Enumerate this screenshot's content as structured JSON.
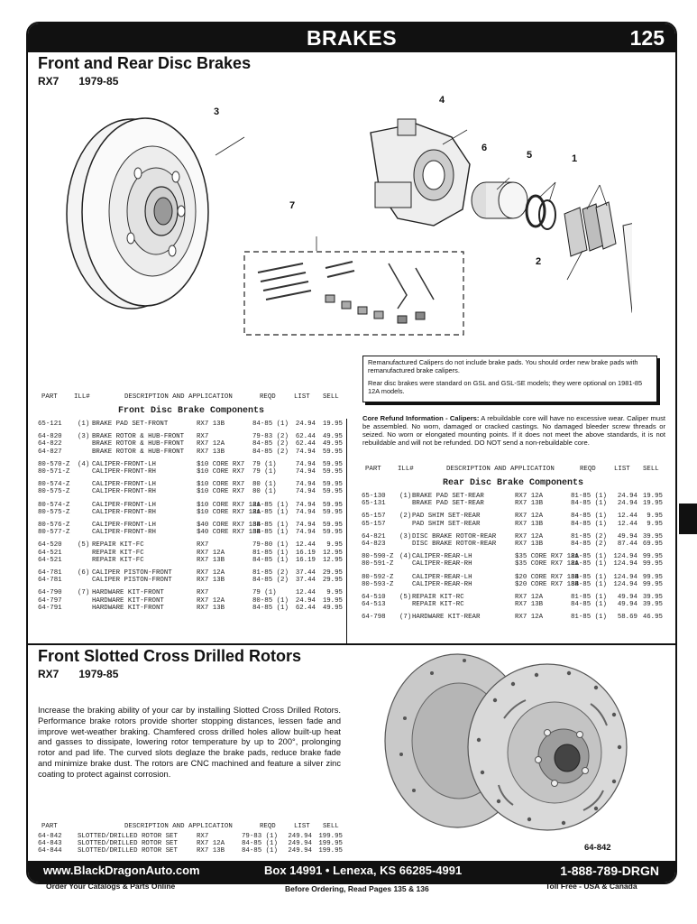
{
  "header": {
    "title": "BRAKES",
    "page_number": "125"
  },
  "section1": {
    "title": "Front and Rear Disc Brakes",
    "model": "RX7",
    "years": "1979-85",
    "callouts": [
      "3",
      "4",
      "6",
      "5",
      "1",
      "7",
      "2"
    ]
  },
  "notes": {
    "p1": "Remanufactured Calipers do not include brake pads. You should order new brake pads with remanufactured brake calipers.",
    "p2": "Rear disc brakes were standard on GSL and GSL-SE models; they were optional on 1981-85 12A models."
  },
  "core_refund": {
    "label": "Core Refund Information - Calipers:",
    "text": " A rebuildable core will have no excessive wear. Caliper must be assembled. No worn, damaged or cracked castings. No damaged bleeder screw threads or seized. No worn or elongated mounting points. If it does not meet the above standards, it is not rebuildable and will not be refunded. DO NOT send a non-rebuildable core."
  },
  "table_headers": {
    "part": "PART",
    "ill": "ILL#",
    "desc": "DESCRIPTION AND APPLICATION",
    "reqd": "REQD",
    "list": "LIST",
    "sell": "SELL"
  },
  "front_table": {
    "subtitle": "Front Disc Brake Components",
    "rows": [
      {
        "part": "65-121",
        "ill": "(1)",
        "desc": "BRAKE PAD SET-FRONT",
        "app": "RX7 13B",
        "reqd": "84-85 (1)",
        "list": "24.94",
        "sell": "19.95"
      },
      {
        "part": "64-820",
        "ill": "(3)",
        "desc": "BRAKE ROTOR & HUB-FRONT",
        "app": "RX7",
        "reqd": "79-83 (2)",
        "list": "62.44",
        "sell": "49.95"
      },
      {
        "part": "64-822",
        "ill": "",
        "desc": "BRAKE ROTOR & HUB-FRONT",
        "app": "RX7 12A",
        "reqd": "84-85 (2)",
        "list": "62.44",
        "sell": "49.95"
      },
      {
        "part": "64-827",
        "ill": "",
        "desc": "BRAKE ROTOR & HUB-FRONT",
        "app": "RX7 13B",
        "reqd": "84-85 (2)",
        "list": "74.94",
        "sell": "59.95"
      },
      {
        "part": "80-570-Z",
        "ill": "(4)",
        "desc": "CALIPER-FRONT-LH",
        "app": "$10 CORE RX7",
        "reqd": "79 (1)",
        "list": "74.94",
        "sell": "59.95"
      },
      {
        "part": "80-571-Z",
        "ill": "",
        "desc": "CALIPER-FRONT-RH",
        "app": "$10 CORE RX7",
        "reqd": "79 (1)",
        "list": "74.94",
        "sell": "59.95"
      },
      {
        "part": "80-574-Z",
        "ill": "",
        "desc": "CALIPER-FRONT-LH",
        "app": "$10 CORE RX7",
        "reqd": "80 (1)",
        "list": "74.94",
        "sell": "59.95"
      },
      {
        "part": "80-575-Z",
        "ill": "",
        "desc": "CALIPER-FRONT-RH",
        "app": "$10 CORE RX7",
        "reqd": "80 (1)",
        "list": "74.94",
        "sell": "59.95"
      },
      {
        "part": "80-574-Z",
        "ill": "",
        "desc": "CALIPER-FRONT-LH",
        "app": "$10 CORE RX7 12A",
        "reqd": "81-85 (1)",
        "list": "74.94",
        "sell": "59.95"
      },
      {
        "part": "80-575-Z",
        "ill": "",
        "desc": "CALIPER-FRONT-RH",
        "app": "$10 CORE RX7 12A",
        "reqd": "81-85 (1)",
        "list": "74.94",
        "sell": "59.95"
      },
      {
        "part": "80-576-Z",
        "ill": "",
        "desc": "CALIPER-FRONT-LH",
        "app": "$40 CORE RX7 13B",
        "reqd": "84-85 (1)",
        "list": "74.94",
        "sell": "59.95"
      },
      {
        "part": "80-577-Z",
        "ill": "",
        "desc": "CALIPER-FRONT-RH",
        "app": "$40 CORE RX7 13B",
        "reqd": "84-85 (1)",
        "list": "74.94",
        "sell": "59.95"
      },
      {
        "part": "64-520",
        "ill": "(5)",
        "desc": "REPAIR KIT-FC",
        "app": "RX7",
        "reqd": "79-80 (1)",
        "list": "12.44",
        "sell": "9.95"
      },
      {
        "part": "64-521",
        "ill": "",
        "desc": "REPAIR KIT-FC",
        "app": "RX7 12A",
        "reqd": "81-85 (1)",
        "list": "16.19",
        "sell": "12.95"
      },
      {
        "part": "64-521",
        "ill": "",
        "desc": "REPAIR KIT-FC",
        "app": "RX7 13B",
        "reqd": "84-85 (1)",
        "list": "16.19",
        "sell": "12.95"
      },
      {
        "part": "64-781",
        "ill": "(6)",
        "desc": "CALIPER PISTON-FRONT",
        "app": "RX7 12A",
        "reqd": "81-85 (2)",
        "list": "37.44",
        "sell": "29.95"
      },
      {
        "part": "64-781",
        "ill": "",
        "desc": "CALIPER PISTON-FRONT",
        "app": "RX7 13B",
        "reqd": "84-85 (2)",
        "list": "37.44",
        "sell": "29.95"
      },
      {
        "part": "64-790",
        "ill": "(7)",
        "desc": "HARDWARE KIT-FRONT",
        "app": "RX7",
        "reqd": "79 (1)",
        "list": "12.44",
        "sell": "9.95"
      },
      {
        "part": "64-797",
        "ill": "",
        "desc": "HARDWARE KIT-FRONT",
        "app": "RX7 12A",
        "reqd": "80-85 (1)",
        "list": "24.94",
        "sell": "19.95"
      },
      {
        "part": "64-791",
        "ill": "",
        "desc": "HARDWARE KIT-FRONT",
        "app": "RX7 13B",
        "reqd": "84-85 (1)",
        "list": "62.44",
        "sell": "49.95"
      }
    ]
  },
  "rear_table": {
    "subtitle": "Rear Disc Brake Components",
    "rows": [
      {
        "part": "65-130",
        "ill": "(1)",
        "desc": "BRAKE PAD SET-REAR",
        "app": "RX7 12A",
        "reqd": "81-85 (1)",
        "list": "24.94",
        "sell": "19.95"
      },
      {
        "part": "65-131",
        "ill": "",
        "desc": "BRAKE PAD SET-REAR",
        "app": "RX7 13B",
        "reqd": "84-85 (1)",
        "list": "24.94",
        "sell": "19.95"
      },
      {
        "part": "65-157",
        "ill": "(2)",
        "desc": "PAD SHIM SET-REAR",
        "app": "RX7 12A",
        "reqd": "84-85 (1)",
        "list": "12.44",
        "sell": "9.95"
      },
      {
        "part": "65-157",
        "ill": "",
        "desc": "PAD SHIM SET-REAR",
        "app": "RX7 13B",
        "reqd": "84-85 (1)",
        "list": "12.44",
        "sell": "9.95"
      },
      {
        "part": "64-821",
        "ill": "(3)",
        "desc": "DISC BRAKE ROTOR-REAR",
        "app": "RX7 12A",
        "reqd": "81-85 (2)",
        "list": "49.94",
        "sell": "39.95"
      },
      {
        "part": "64-823",
        "ill": "",
        "desc": "DISC BRAKE ROTOR-REAR",
        "app": "RX7 13B",
        "reqd": "84-85 (2)",
        "list": "87.44",
        "sell": "69.95"
      },
      {
        "part": "80-590-Z",
        "ill": "(4)",
        "desc": "CALIPER-REAR-LH",
        "app": "$35 CORE RX7 12A",
        "reqd": "81-85 (1)",
        "list": "124.94",
        "sell": "99.95"
      },
      {
        "part": "80-591-Z",
        "ill": "",
        "desc": "CALIPER-REAR-RH",
        "app": "$35 CORE RX7 12A",
        "reqd": "81-85 (1)",
        "list": "124.94",
        "sell": "99.95"
      },
      {
        "part": "80-592-Z",
        "ill": "",
        "desc": "CALIPER-REAR-LH",
        "app": "$20 CORE RX7 13B",
        "reqd": "84-85 (1)",
        "list": "124.94",
        "sell": "99.95"
      },
      {
        "part": "80-593-Z",
        "ill": "",
        "desc": "CALIPER-REAR-RH",
        "app": "$20 CORE RX7 13B",
        "reqd": "84-85 (1)",
        "list": "124.94",
        "sell": "99.95"
      },
      {
        "part": "64-510",
        "ill": "(5)",
        "desc": "REPAIR KIT-RC",
        "app": "RX7 12A",
        "reqd": "81-85 (1)",
        "list": "49.94",
        "sell": "39.95"
      },
      {
        "part": "64-513",
        "ill": "",
        "desc": "REPAIR KIT-RC",
        "app": "RX7 13B",
        "reqd": "84-85 (1)",
        "list": "49.94",
        "sell": "39.95"
      },
      {
        "part": "64-798",
        "ill": "(7)",
        "desc": "HARDWARE KIT-REAR",
        "app": "RX7 12A",
        "reqd": "81-85 (1)",
        "list": "58.69",
        "sell": "46.95"
      }
    ]
  },
  "section2": {
    "title": "Front Slotted Cross Drilled Rotors",
    "model": "RX7",
    "years": "1979-85",
    "description": "Increase the braking ability of your car by installing Slotted Cross Drilled Rotors. Performance brake rotors provide shorter stopping distances, lessen fade and improve wet-weather braking. Chamfered cross drilled holes allow built-up heat and gasses to dissipate, lowering rotor temperature by up to 200°, prolonging rotor and pad life. The curved slots deglaze the brake pads, reduce brake fade and minimize brake dust. The rotors are CNC machined and feature a silver zinc coating to protect against corrosion.",
    "image_part": "64-842",
    "rows": [
      {
        "part": "64-842",
        "desc": "SLOTTED/DRILLED ROTOR SET",
        "app": "RX7",
        "reqd": "79-83 (1)",
        "list": "249.94",
        "sell": "199.95"
      },
      {
        "part": "64-843",
        "desc": "SLOTTED/DRILLED ROTOR SET",
        "app": "RX7 12A",
        "reqd": "84-85 (1)",
        "list": "249.94",
        "sell": "199.95"
      },
      {
        "part": "64-844",
        "desc": "SLOTTED/DRILLED ROTOR SET",
        "app": "RX7 13B",
        "reqd": "84-85 (1)",
        "list": "249.94",
        "sell": "199.95"
      }
    ]
  },
  "footer_bar": {
    "website": "www.BlackDragonAuto.com",
    "address": "Box 14991 • Lenexa, KS  66285-4991",
    "phone": "1-888-789-DRGN"
  },
  "footer": {
    "left": "Order Your Catalogs & Parts Online",
    "center": "Before Ordering, Read Pages 135 & 136",
    "right": "Toll Free - USA & Canada"
  }
}
